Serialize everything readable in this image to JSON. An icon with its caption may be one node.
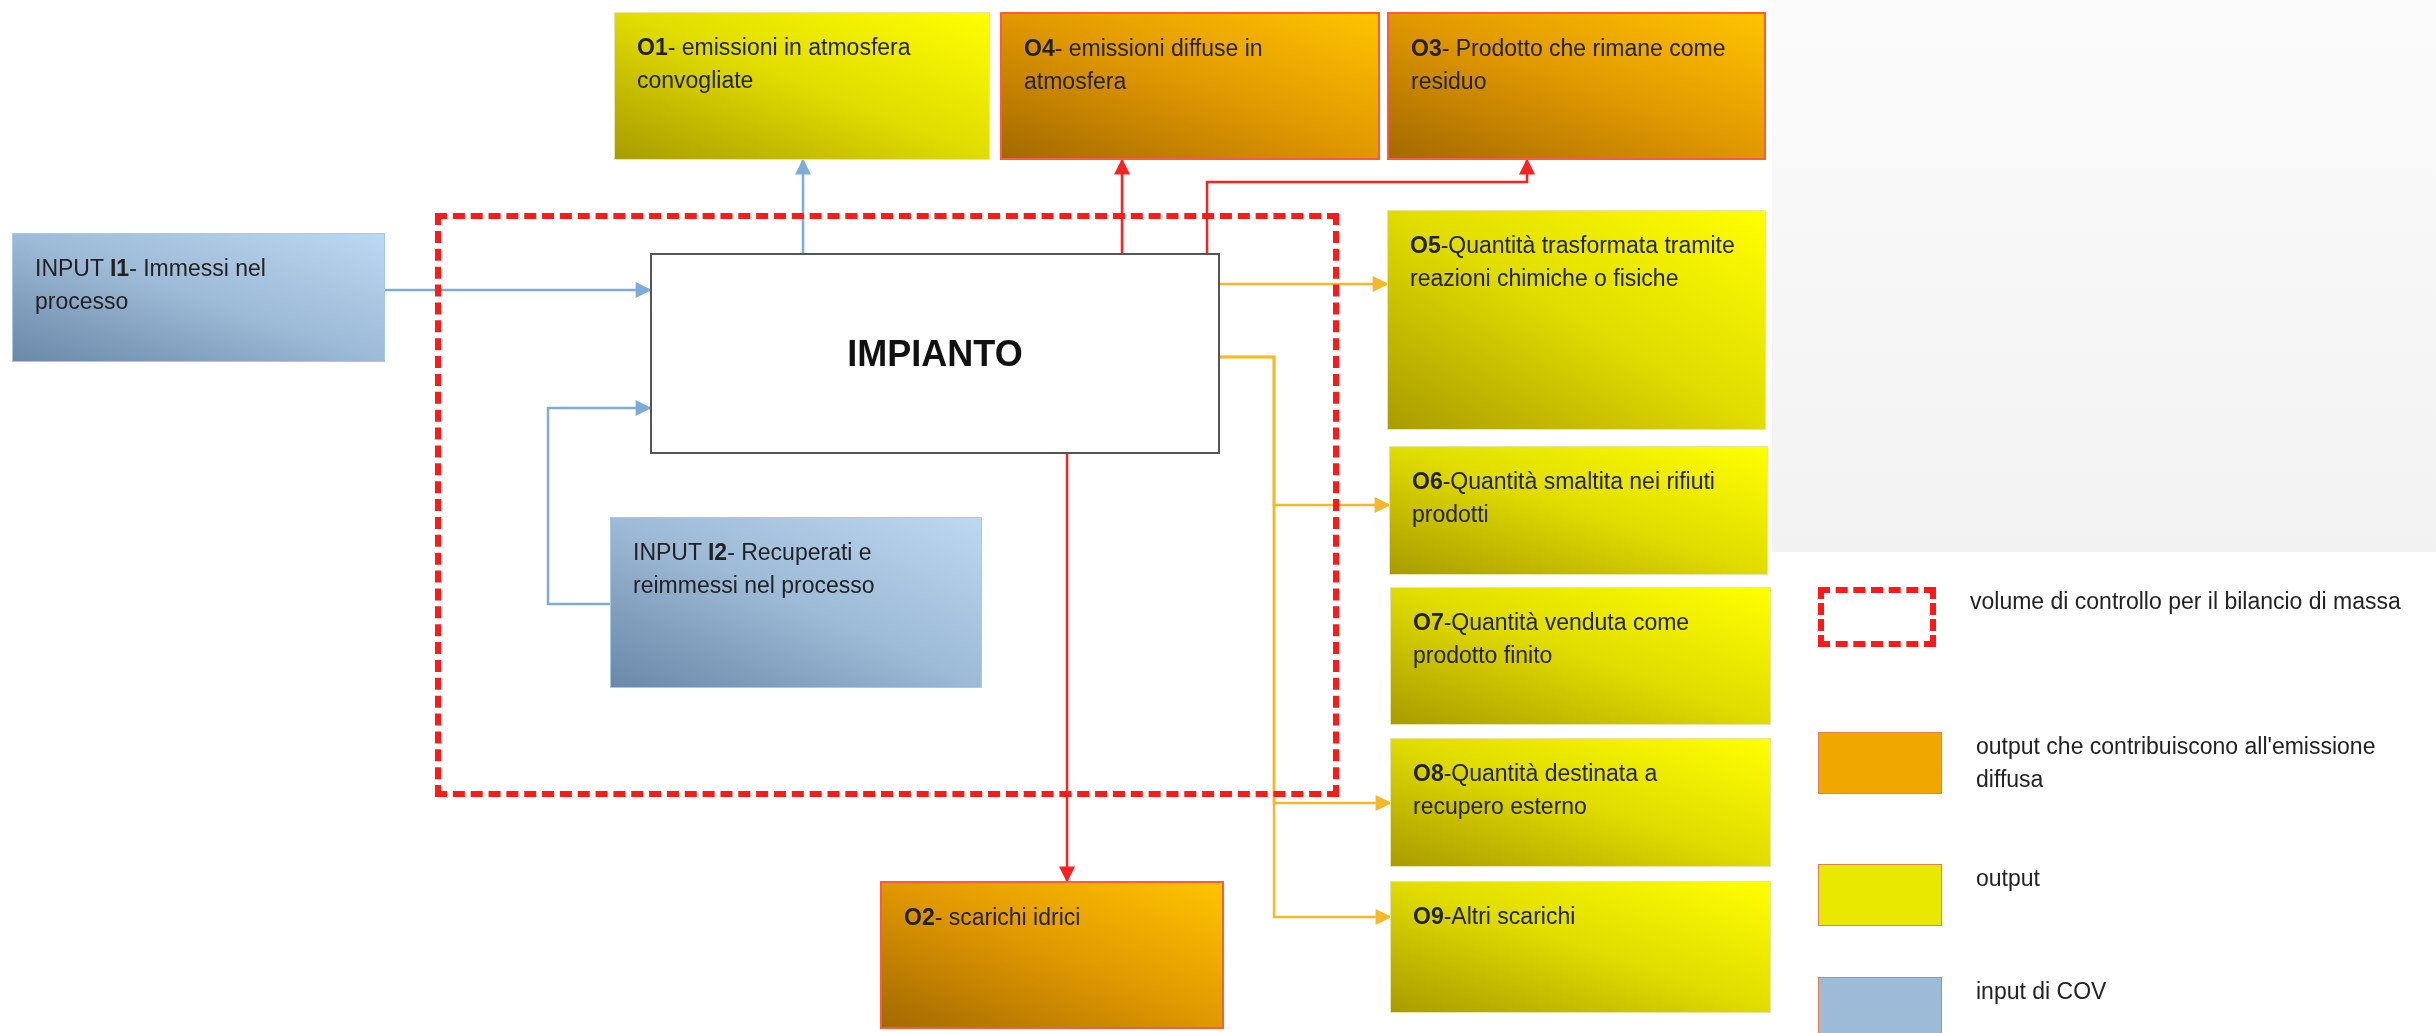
{
  "diagram": {
    "nodes": [
      {
        "text": [
          "**O1**- emissioni in atmosfera convogliate"
        ]
      },
      {
        "text": [
          "**O4**- emissioni diffuse in atmosfera"
        ]
      },
      {
        "text": [
          "**O3**- Prodotto che rimane come residuo"
        ]
      },
      {
        "text": [
          "INPUT **I1**- Immessi nel processo"
        ]
      },
      {
        "text": [],
        "shape": "box"
      },
      {
        "text": [
          "IMPIANTO"
        ],
        "in": 4
      },
      {
        "text": [
          "**O5**-Quantità trasformata tramite reazioni chimiche o fisiche"
        ]
      },
      {
        "text": [
          "**O6**-Quantità smaltita nei rifiuti prodotti"
        ]
      },
      {
        "text": [
          "INPUT **I2**- Recuperati e reimmessi nel processo"
        ],
        "in": 4
      },
      {
        "text": [
          "**O7**-Quantità venduta come prodotto finito"
        ]
      },
      {
        "text": [
          "**O8**-Quantità destinata a recupero esterno"
        ]
      },
      {
        "text": [
          "**O2**- scarichi idrici"
        ]
      },
      {
        "text": [
          "**O9**-Altri scarichi"
        ]
      }
    ],
    "edges": [
      {
        "from": 3,
        "to": 5,
        "arrow": "to",
        "color": "#7fabd8"
      },
      {
        "from": 8,
        "to": 5,
        "arrow": "to",
        "color": "#7fabd8"
      },
      {
        "from": 5,
        "to": 0,
        "arrow": "to",
        "color": "#7fabd8"
      },
      {
        "from": 5,
        "to": 1,
        "arrow": "to",
        "color": "#ff2020"
      },
      {
        "from": 5,
        "to": 2,
        "arrow": "to",
        "color": "#ff2020"
      },
      {
        "from": 5,
        "to": 11,
        "arrow": "to",
        "color": "#ff2020"
      },
      {
        "from": 5,
        "to": 6,
        "arrow": "to",
        "color": "#f5b82a"
      },
      {
        "from": 5,
        "to": 7,
        "arrow": "to",
        "color": "#f5b82a"
      },
      {
        "from": 5,
        "to": 10,
        "arrow": "to",
        "color": "#f5b82a"
      },
      {
        "from": 5,
        "to": 12,
        "arrow": "to",
        "color": "#f5b82a"
      }
    ],
    "legend": [
      {
        "text": "volume di controllo per il bilancio di massa"
      },
      {
        "text": "output che contribuiscono all'emissione diffusa",
        "color": "#f0a800"
      },
      {
        "text": "output",
        "color": "#e8e800"
      },
      {
        "text": "input di COV",
        "color": "#9dbad6"
      }
    ]
  }
}
